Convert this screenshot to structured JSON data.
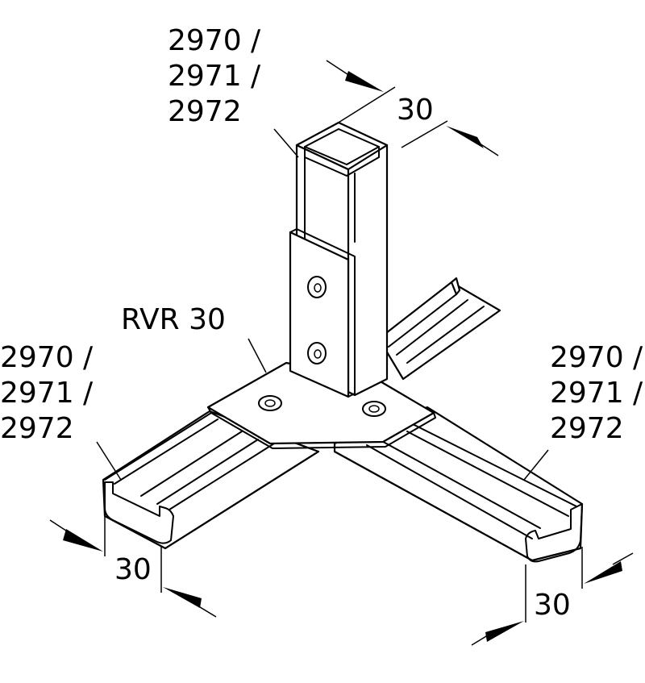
{
  "labels": {
    "top_part": [
      "2970 /",
      "2971 /",
      "2972"
    ],
    "left_part": [
      "2970 /",
      "2971 /",
      "2972"
    ],
    "right_part": [
      "2970 /",
      "2971 /",
      "2972"
    ],
    "connector": "RVR 30"
  },
  "dimensions": {
    "top": "30",
    "left": "30",
    "right": "30"
  }
}
